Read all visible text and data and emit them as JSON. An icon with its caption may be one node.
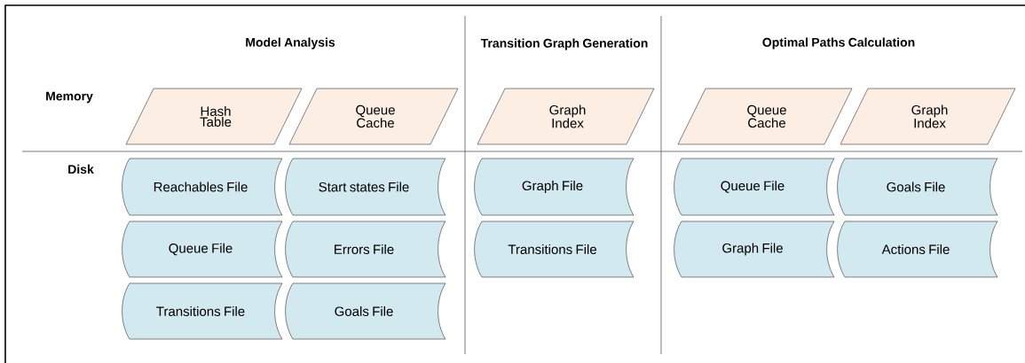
{
  "diagram": {
    "nodes": [
      {
        "text": [
          "Hash Table"
        ]
      },
      {
        "text": [
          "Queue Cache"
        ]
      },
      {
        "text": [
          "Graph Index"
        ]
      },
      {
        "text": [
          "Queue Cache"
        ]
      },
      {
        "text": [
          "Graph Index"
        ]
      },
      {
        "text": [
          "Reachables File"
        ]
      },
      {
        "text": [
          "Start states File"
        ]
      },
      {
        "text": [
          "Queue File"
        ]
      },
      {
        "text": [
          "Errors File"
        ]
      },
      {
        "text": [
          "Transitions File"
        ]
      },
      {
        "text": [
          "Goals File"
        ]
      },
      {
        "text": [
          "Graph File"
        ]
      },
      {
        "text": [
          "Transitions File"
        ]
      },
      {
        "text": [
          "Queue File"
        ]
      },
      {
        "text": [
          "Goals File"
        ]
      },
      {
        "text": [
          "Graph File"
        ]
      },
      {
        "text": [
          "Actions File"
        ]
      }
    ],
    "labels": [
      "Model Analysis",
      "Transition Graph Generation",
      "Optimal Paths Calculation",
      "Memory",
      "Disk"
    ]
  }
}
